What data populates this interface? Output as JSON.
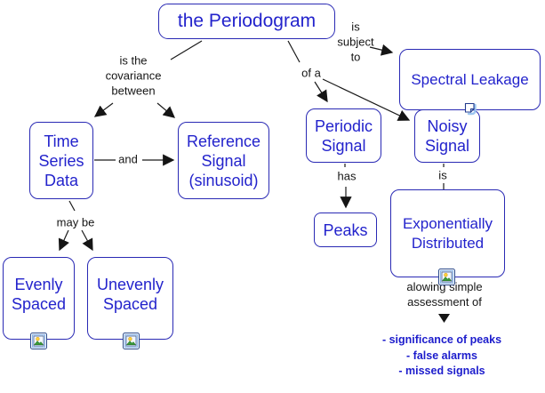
{
  "diagram": {
    "title": "the Periodogram",
    "colors": {
      "node_border": "#2929b4",
      "node_text": "#2323cc",
      "link_text": "#151515",
      "outcome_text": "#1c1ccc",
      "background": "#ffffff"
    },
    "nodes": {
      "periodogram": {
        "label": "the Periodogram"
      },
      "time_series": {
        "label": "Time\nSeries\nData"
      },
      "reference": {
        "label": "Reference\nSignal\n(sinusoid)"
      },
      "spectral": {
        "label": "Spectral Leakage"
      },
      "periodic": {
        "label": "Periodic\nSignal"
      },
      "noisy": {
        "label": "Noisy\nSignal"
      },
      "peaks": {
        "label": "Peaks"
      },
      "exponential": {
        "label": "Exponentially\nDistributed"
      },
      "evenly": {
        "label": "Evenly\nSpaced"
      },
      "unevenly": {
        "label": "Unevenly\nSpaced"
      }
    },
    "links": {
      "covariance": "is the\ncovariance\nbetween",
      "and": "and",
      "subject_to": "is\nsubject\nto",
      "of_a": "of a",
      "may_be": "may be",
      "has": "has",
      "is": "is",
      "allowing": "alowing simple\nassessment of"
    },
    "outcomes": [
      "- significance of peaks",
      "- false alarms",
      "- missed signals"
    ],
    "icons": {
      "evenly_resource": "image-resource-icon",
      "unevenly_resource": "image-resource-icon",
      "exponential_resource": "image-resource-icon",
      "noisy_annotation": "annotation-icon"
    }
  }
}
